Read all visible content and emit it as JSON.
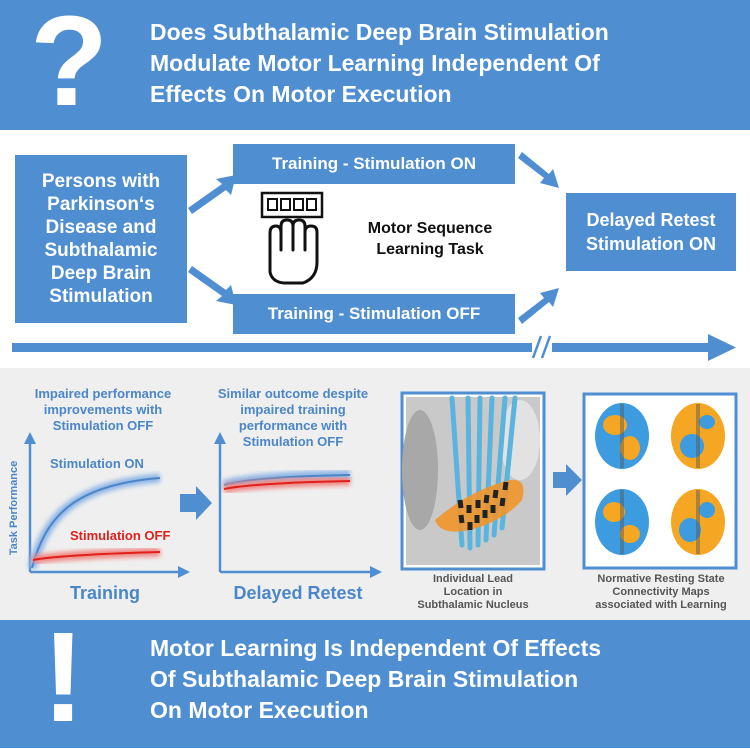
{
  "header": {
    "question_mark": "?",
    "title_lines": [
      "Does Subthalamic Deep Brain Stimulation",
      "Modulate Motor Learning Independent Of",
      "Effects On Motor Execution"
    ]
  },
  "flow": {
    "participants": "Persons with Parkinson‘s Disease and Subthalamic Deep Brain Stimulation",
    "training_on": "Training - Stimulation ON",
    "training_off": "Training - Stimulation OFF",
    "task_line1": "Motor Sequence",
    "task_line2": "Learning Task",
    "retest_line1": "Delayed Retest",
    "retest_line2": "Stimulation ON"
  },
  "results": {
    "panel1_caption": [
      "Impaired performance",
      "improvements with",
      "Stimulation OFF"
    ],
    "panel2_caption": [
      "Similar outcome despite",
      "impaired training",
      "performance with",
      "Stimulation OFF"
    ],
    "y_axis_label": "Task Performance",
    "series_on_label": "Stimulation ON",
    "series_off_label": "Stimulation OFF",
    "x_label_training": "Training",
    "x_label_retest": "Delayed Retest",
    "lead_caption": [
      "Individual Lead",
      "Location in",
      "Subthalamic Nucleus"
    ],
    "connectivity_caption": [
      "Normative Resting State",
      "Connectivity Maps",
      "associated with Learning"
    ]
  },
  "footer": {
    "exclamation": "!",
    "conclusion_lines": [
      "Motor Learning Is Independent Of Effects",
      "Of Subthalamic Deep Brain Stimulation",
      "On Motor Execution"
    ]
  },
  "colors": {
    "brand_blue": "#4f8fd1",
    "stim_on": "#4a86c8",
    "stim_off": "#e0201b",
    "panel_grey": "#efefef"
  }
}
